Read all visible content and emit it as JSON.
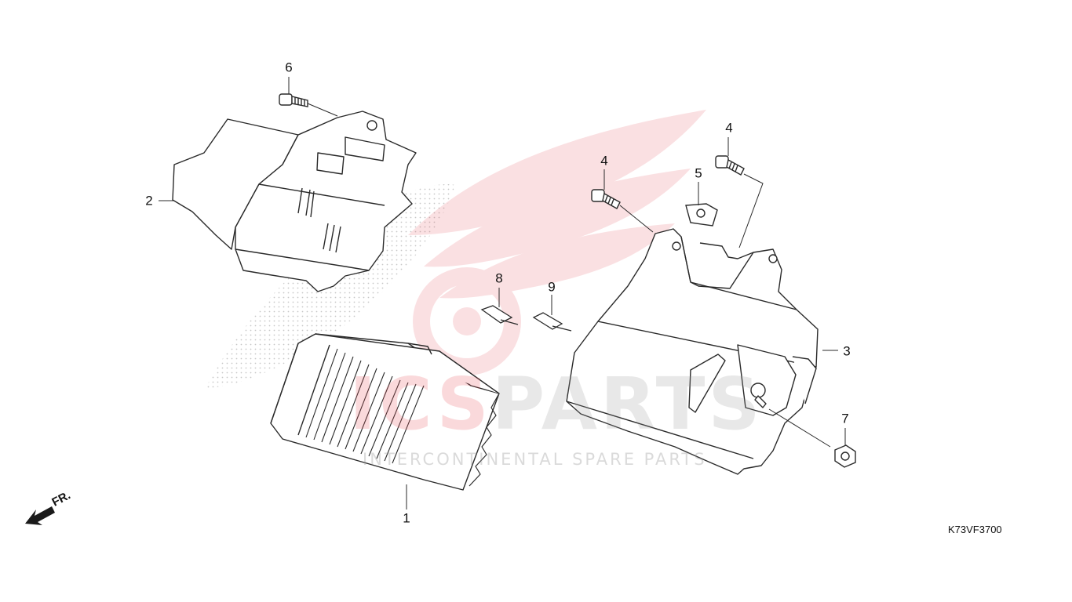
{
  "diagram_code": "K73VF3700",
  "direction_label": "FR.",
  "watermark": {
    "brand_ics": "ICS",
    "brand_parts": "PARTS",
    "tagline": "INTERCONTINENTAL SPARE PARTS"
  },
  "callouts": {
    "p1": "1",
    "p2": "2",
    "p3": "3",
    "p4a": "4",
    "p4b": "4",
    "p5": "5",
    "p6": "6",
    "p7": "7",
    "p8": "8",
    "p9": "9"
  },
  "colors": {
    "line": "#2a2a2a",
    "watermark_red": "#e65a64",
    "watermark_gray": "#9a9a9a"
  }
}
